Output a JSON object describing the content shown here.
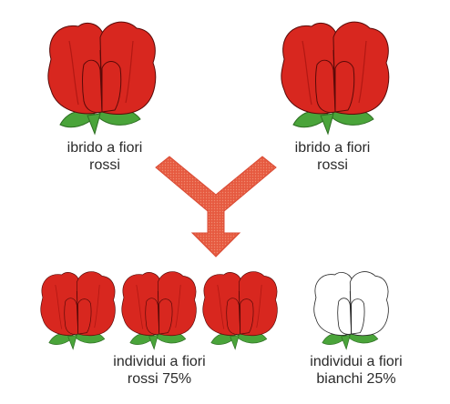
{
  "parents": [
    {
      "line1": "ibrido a fiori",
      "line2": "rossi",
      "color": "red"
    },
    {
      "line1": "ibrido a fiori",
      "line2": "rossi",
      "color": "red"
    }
  ],
  "offspring": {
    "red_group": {
      "line1": "individui a fiori",
      "line2": "rossi 75%",
      "count": 3,
      "percent": 75
    },
    "white_group": {
      "line1": "individui a fiori",
      "line2": "bianchi 25%",
      "count": 1,
      "percent": 25
    }
  },
  "colors": {
    "petal_red": "#d8271f",
    "petal_red_dark": "#a3130e",
    "leaf_green": "#4aa43a",
    "leaf_green_dark": "#2d6e22",
    "arrow_red": "#e2543c",
    "white_petal": "#ffffff",
    "outline": "#2a2a2a"
  }
}
